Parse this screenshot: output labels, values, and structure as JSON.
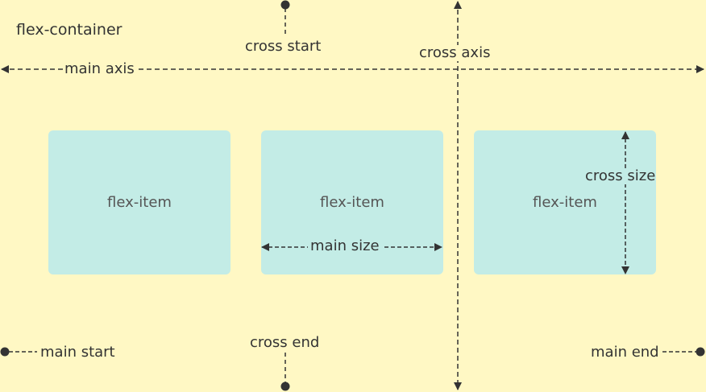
{
  "diagram": {
    "container_label": "flex-container",
    "main_axis_label": "main axis",
    "cross_axis_label": "cross axis",
    "cross_start_label": "cross start",
    "cross_end_label": "cross end",
    "main_start_label": "main start",
    "main_end_label": "main end",
    "main_size_label": "main size",
    "cross_size_label": "cross size",
    "items": [
      {
        "label": "flex-item"
      },
      {
        "label": "flex-item"
      },
      {
        "label": "flex-item"
      }
    ]
  },
  "colors": {
    "background": "#fff8c4",
    "item": "#c3ece6",
    "line": "#333333"
  }
}
